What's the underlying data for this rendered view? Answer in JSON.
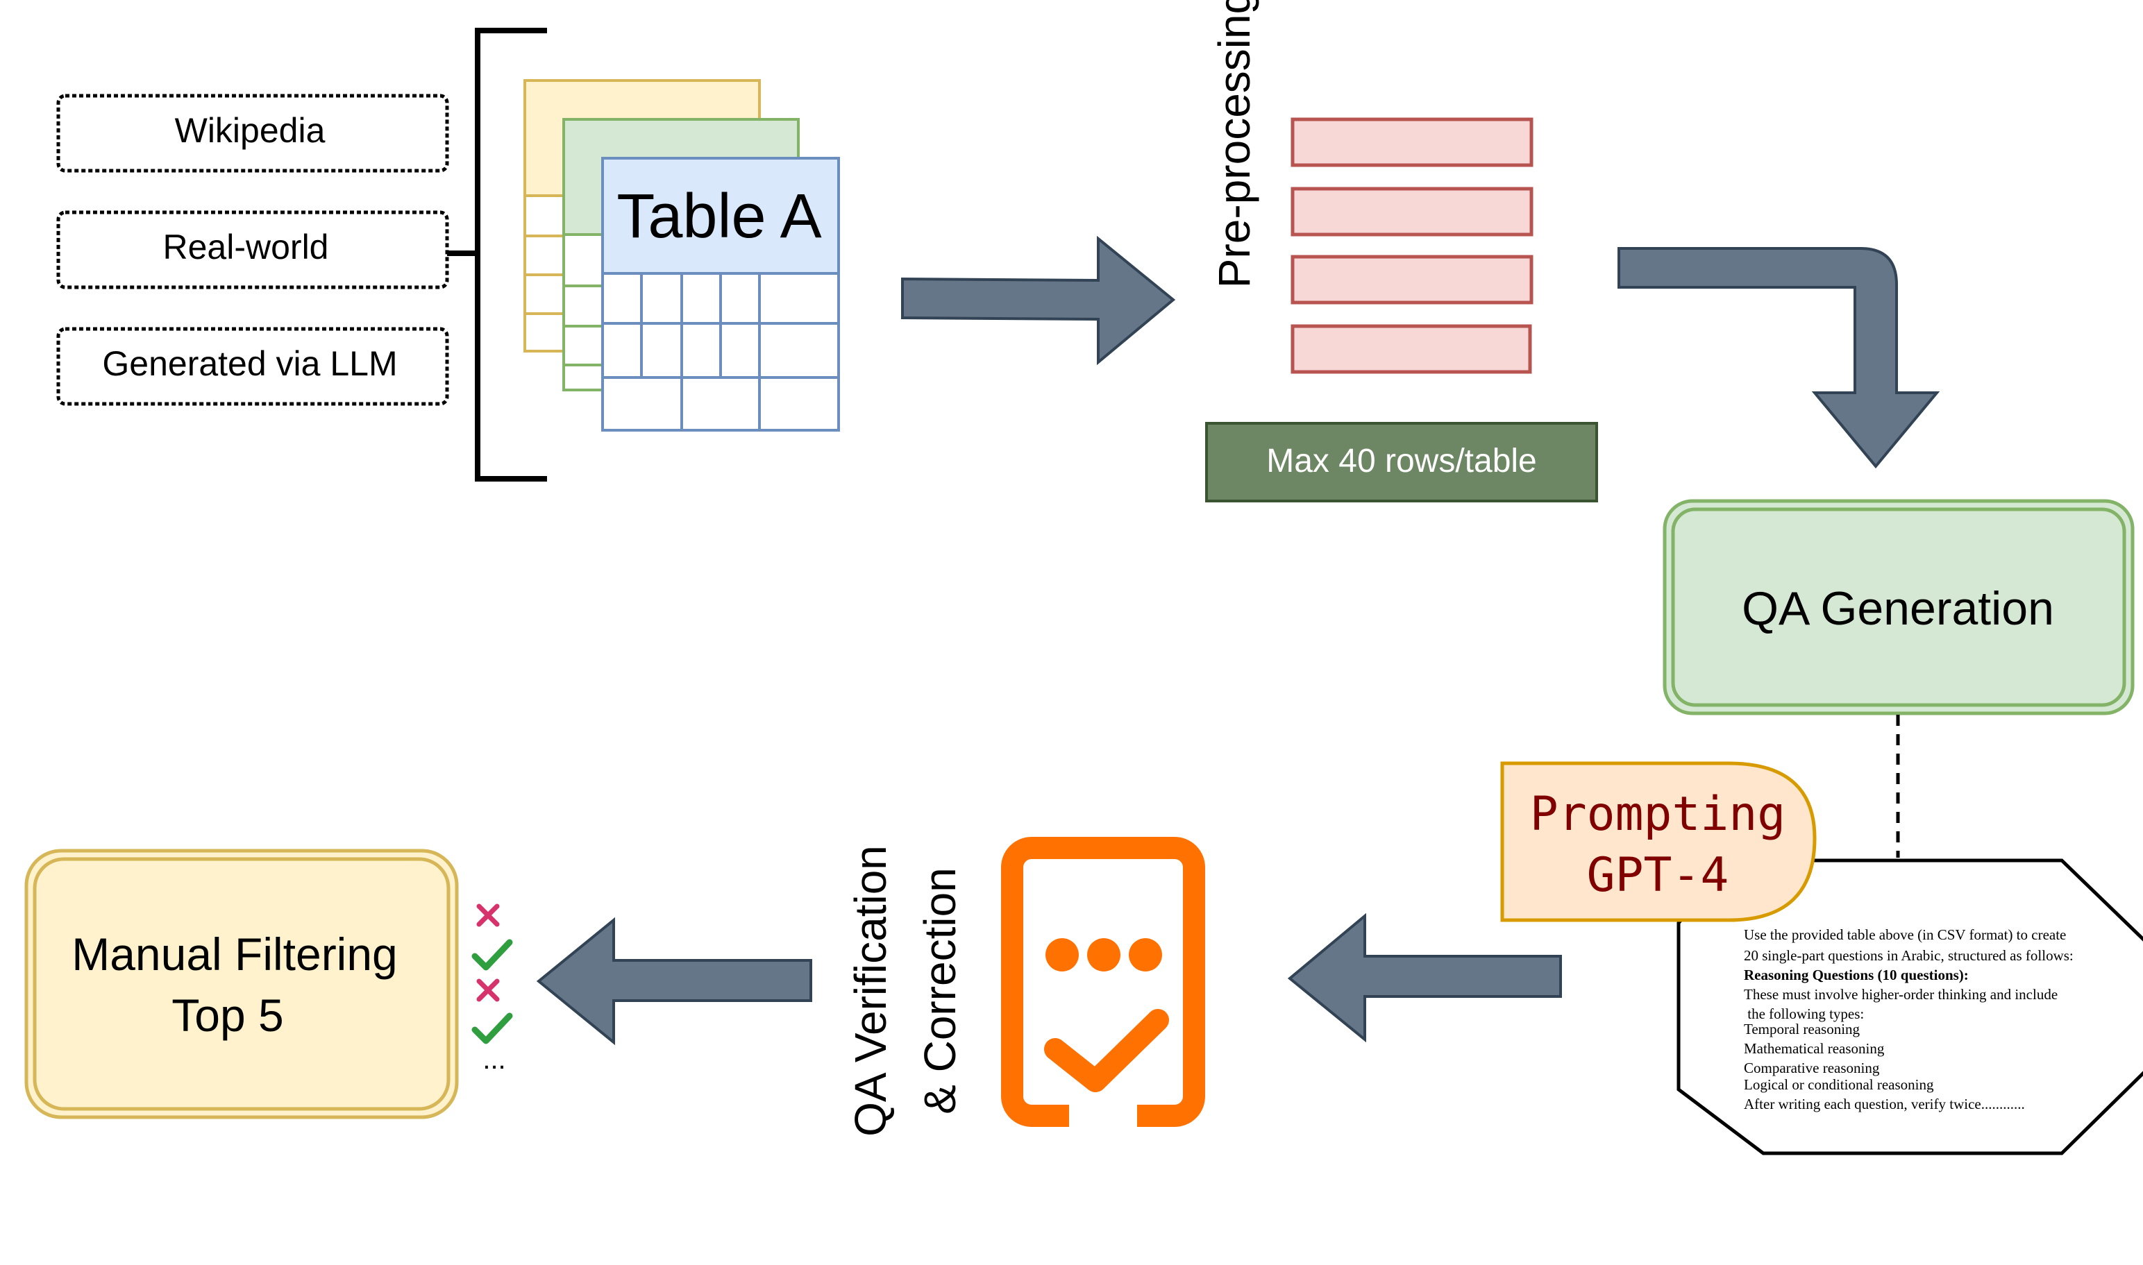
{
  "sources": {
    "items": [
      "Wikipedia",
      "Real-world",
      "Generated via LLM"
    ]
  },
  "table": {
    "title": "Table A"
  },
  "preprocessing": {
    "label": "Pre-processing",
    "note": "Max 40 rows/table"
  },
  "qa_generation": {
    "label": "QA Generation"
  },
  "prompting": {
    "line1": "Prompting",
    "line2": "GPT-4"
  },
  "prompt_text": {
    "lines": [
      "Use the provided table above (in CSV format) to create",
      "20 single-part questions in Arabic, structured as follows:",
      "Reasoning Questions (10 questions):",
      "These must involve higher-order thinking and include",
      " the following types:",
      "Temporal reasoning",
      "Mathematical reasoning",
      "Comparative reasoning",
      "Logical or conditional reasoning",
      "After writing each question, verify twice............"
    ]
  },
  "verification": {
    "line1": "QA Verification",
    "line2": "& Correction"
  },
  "filtering": {
    "line1": "Manual Filtering",
    "line2": "Top 5",
    "marks": [
      "cross",
      "check",
      "cross",
      "check"
    ],
    "ellipsis": "..."
  },
  "colors": {
    "arrow": "#647687",
    "arrow_stroke": "#314354",
    "row_fill": "#f8d7d7",
    "row_stroke": "#b85450",
    "note_fill": "#6d8764",
    "green_fill": "#d5e8d4",
    "green_stroke": "#82b366",
    "peach_fill": "#ffe6cc",
    "peach_stroke": "#d79b00",
    "prompt_text": "#800000",
    "yellow_fill": "#fff2cc",
    "yellow_stroke": "#d6b656",
    "device_orange": "#ff7100",
    "check_green": "#2e9e3e",
    "cross_red": "#d6336c"
  }
}
